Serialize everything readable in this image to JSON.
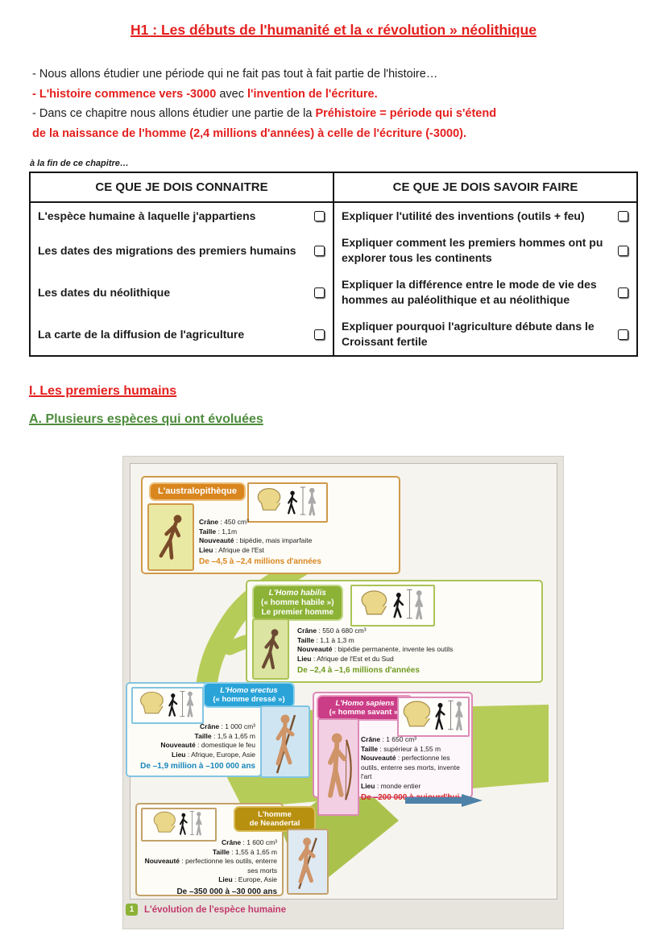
{
  "doc": {
    "title": "H1 : Les débuts de l'humanité et la « révolution » néolithique",
    "intro": {
      "l1": "- Nous allons étudier une période qui ne fait pas tout à fait partie de l'histoire…",
      "l2_red1": "- L'histoire commence vers -3000",
      "l2_mid": " avec ",
      "l2_red2": "l'invention de l'écriture.",
      "l3_pre": "- Dans ce chapitre nous allons étudier une partie de la ",
      "l3_red": "Préhistoire = période qui s'étend",
      "l4_red": "de la naissance de l'homme (2,4 millions d'années) à celle de l'écriture (-3000)."
    },
    "table_note": "à la fin de ce chapitre…"
  },
  "skills_table": {
    "headers": [
      "CE QUE JE DOIS CONNAITRE",
      "CE QUE JE DOIS SAVOIR FAIRE"
    ],
    "rows": [
      {
        "know": "L'espèce humaine à laquelle j'appartiens",
        "do": "Expliquer l'utilité des inventions (outils + feu)"
      },
      {
        "know": "Les dates des migrations des premiers humains",
        "do": "Expliquer comment les premiers hommes ont pu explorer tous les continents"
      },
      {
        "know": "Les dates du néolithique",
        "do": "Expliquer la différence entre le mode de vie des hommes au paléolithique et au néolithique"
      },
      {
        "know": "La carte de la diffusion de l'agriculture",
        "do": "Expliquer pourquoi l'agriculture débute dans le Croissant fertile"
      }
    ]
  },
  "sections": {
    "part1": "I. Les premiers humains",
    "part1a": "A. Plusieurs espèces qui ont évoluées"
  },
  "figure": {
    "sep": " : ",
    "caption_number": "1",
    "caption": "L'évolution de l'espèce humaine",
    "species": [
      {
        "title_lines": [
          "L'australopithèque"
        ],
        "fields": [
          {
            "label": "Crâne",
            "value": "450 cm³"
          },
          {
            "label": "Taille",
            "value": "1,1m"
          },
          {
            "label": "Nouveauté",
            "value": "bipédie, mais imparfaite"
          },
          {
            "label": "Lieu",
            "value": "Afrique de l'Est"
          }
        ],
        "date": "De –4,5 à –2,4 millions d'années",
        "accent": "#d9861f"
      },
      {
        "title_lines": [
          "L'Homo habilis",
          "(« homme habile »)",
          "Le premier homme"
        ],
        "fields": [
          {
            "label": "Crâne",
            "value": "550 à 680 cm³"
          },
          {
            "label": "Taille",
            "value": "1,1 à 1,3 m"
          },
          {
            "label": "Nouveauté",
            "value": "bipédie permanente, invente les outils"
          },
          {
            "label": "Lieu",
            "value": "Afrique de l'Est et du Sud"
          }
        ],
        "date": "De –2,4 à –1,6 millions d'années",
        "accent": "#8cb236"
      },
      {
        "title_lines": [
          "L'Homo erectus",
          "(« homme dressé »)"
        ],
        "fields": [
          {
            "label": "Crâne",
            "value": "1 000 cm³"
          },
          {
            "label": "Taille",
            "value": "1,5 à 1,65 m"
          },
          {
            "label": "Nouveauté",
            "value": "domestique le feu"
          },
          {
            "label": "Lieu",
            "value": "Afrique, Europe, Asie"
          }
        ],
        "date": "De –1,9 million à –100 000 ans",
        "accent": "#2aa4d8"
      },
      {
        "title_lines": [
          "L'Homo sapiens",
          "(« homme savant »)"
        ],
        "fields": [
          {
            "label": "Crâne",
            "value": "1 650 cm³"
          },
          {
            "label": "Taille",
            "value": "supérieur à 1,55 m"
          },
          {
            "label": "Nouveauté",
            "value": "perfectionne les outils, enterre ses morts, invente l'art"
          },
          {
            "label": "Lieu",
            "value": "monde entier"
          }
        ],
        "date": "De –200 000 à aujourd'hui",
        "accent": "#cb3d86"
      },
      {
        "title_lines": [
          "L'homme",
          "de Neandertal"
        ],
        "fields": [
          {
            "label": "Crâne",
            "value": "1 600 cm³"
          },
          {
            "label": "Taille",
            "value": "1,55 à 1,65 m"
          },
          {
            "label": "Nouveauté",
            "value": "perfectionne les outils, enterre ses morts"
          },
          {
            "label": "Lieu",
            "value": "Europe, Asie"
          }
        ],
        "date": "De –350 000 à –30 000 ans",
        "accent": "#b8900f"
      }
    ]
  },
  "colors": {
    "heading_red": "#e4201e",
    "heading_green": "#4d8c3c",
    "caption_pink": "#c23a6e",
    "branch_green": "#b6cc58",
    "arrow_blue": "#4e81a8"
  }
}
